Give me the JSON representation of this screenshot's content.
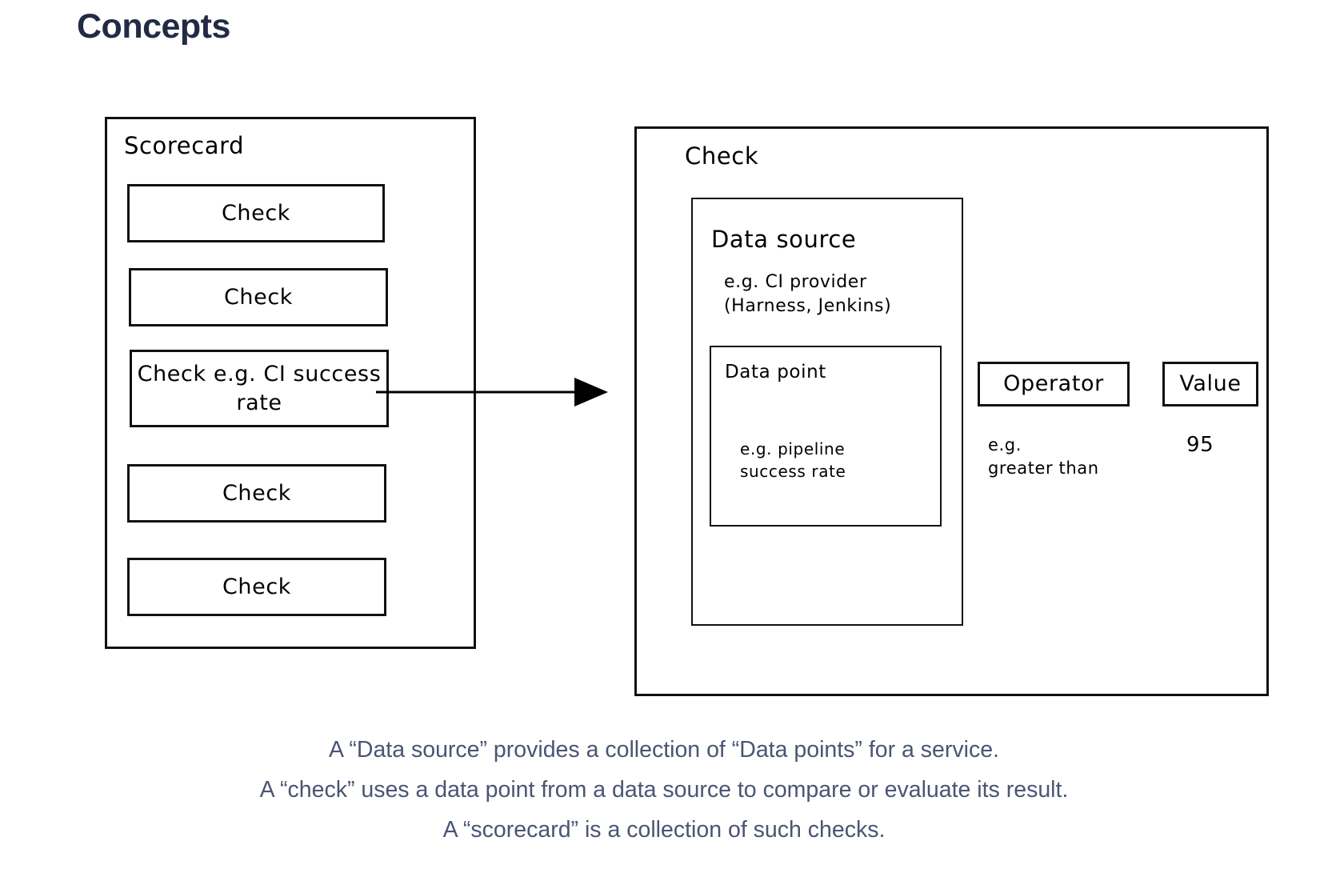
{
  "page": {
    "title": "Concepts"
  },
  "diagram": {
    "scorecard": {
      "title": "Scorecard",
      "checks": [
        {
          "label": "Check"
        },
        {
          "label": "Check"
        },
        {
          "label": "Check e.g. CI\nsuccess rate"
        },
        {
          "label": "Check"
        },
        {
          "label": "Check"
        }
      ]
    },
    "arrow": {
      "name": "arrow-right",
      "color": "#000000"
    },
    "check": {
      "title": "Check",
      "data_source": {
        "title": "Data source",
        "example": "e.g. CI provider\n(Harness, Jenkins)",
        "data_point": {
          "title": "Data point",
          "example": "e.g. pipeline\nsuccess rate"
        }
      },
      "operator": {
        "label": "Operator",
        "example": "e.g.\ngreater than"
      },
      "value": {
        "label": "Value",
        "example": "95"
      }
    }
  },
  "caption": {
    "lines": [
      "A “Data source” provides a collection of “Data points” for a service.",
      "A “check” uses a data point from a data source to compare or evaluate its result.",
      "A “scorecard” is a collection of such checks."
    ]
  },
  "colors": {
    "title": "#222b45",
    "caption": "#4a5573",
    "stroke": "#111111",
    "background": "#ffffff"
  }
}
